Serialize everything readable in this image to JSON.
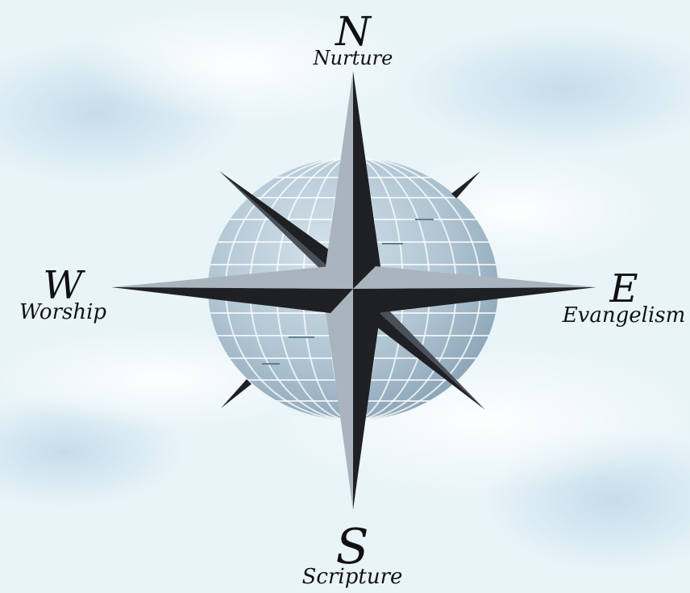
{
  "compass": {
    "north": {
      "letter": "N",
      "word": "Nurture"
    },
    "west": {
      "letter": "W",
      "word": "Worship"
    },
    "east": {
      "letter": "E",
      "word": "Evangelism"
    },
    "south": {
      "letter": "S",
      "word": "Scripture"
    }
  },
  "colors": {
    "sky_light": "#eef7fb",
    "sky_blue": "#cfe3ee",
    "globe": "#aec3d2",
    "globe_shade": "#8fa7b9",
    "point_dark": "#1f2024",
    "point_light": "#a7b2bc"
  }
}
